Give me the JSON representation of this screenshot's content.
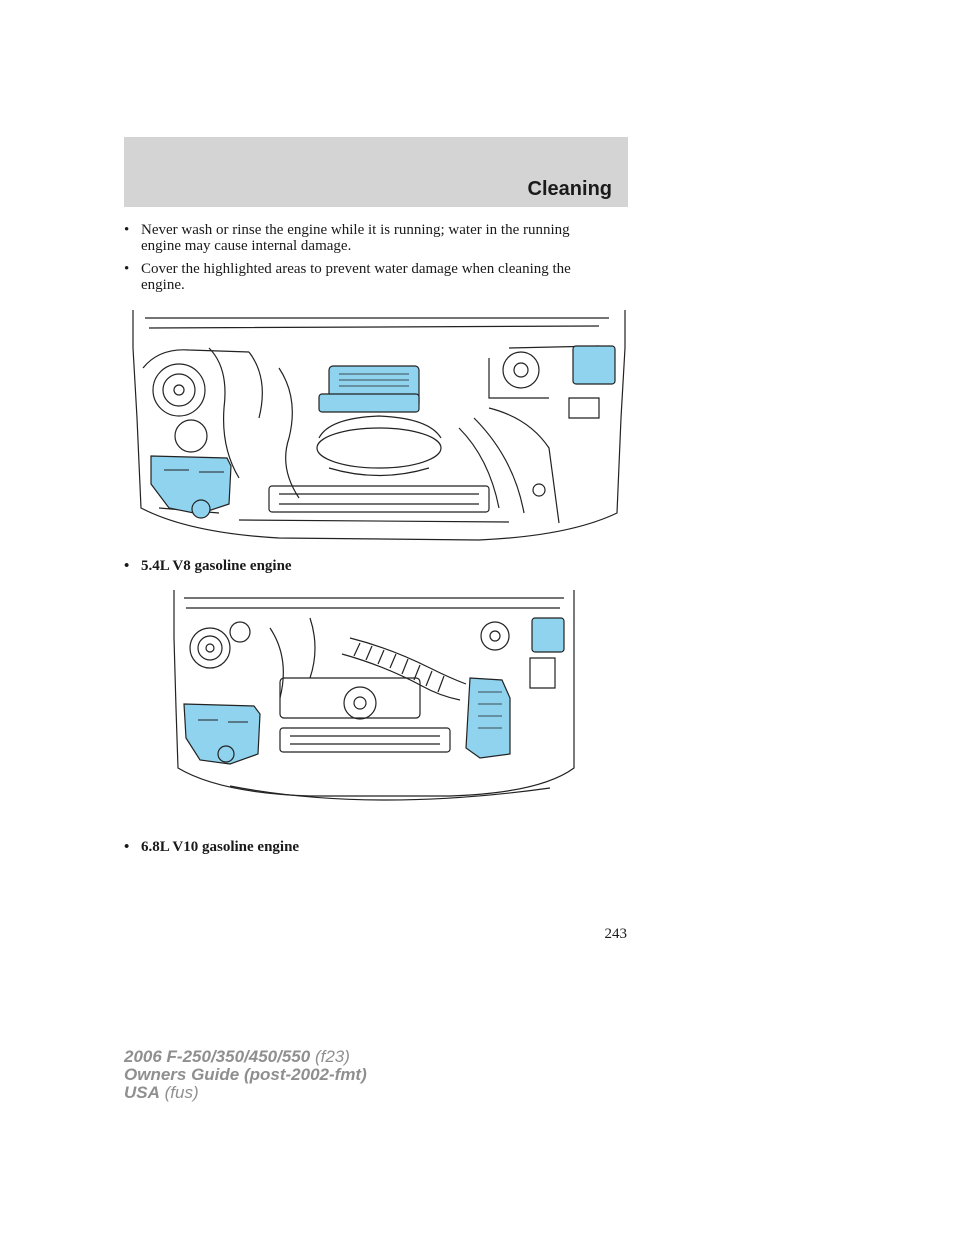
{
  "header": {
    "title": "Cleaning"
  },
  "bullets": [
    {
      "text": "Never wash or rinse the engine while it is running; water in the running engine may cause internal damage."
    },
    {
      "text": "Cover the highlighted areas to prevent water damage when cleaning the engine."
    }
  ],
  "illustrations": [
    {
      "caption": "5.4L V8 gasoline engine"
    },
    {
      "caption": "6.8L V10 gasoline engine"
    }
  ],
  "page_number": "243",
  "footer": {
    "line1_main": "2006 F-250/350/450/550",
    "line1_sub": "(f23)",
    "line2_main": "Owners Guide (post-2002-fmt)",
    "line3_main": "USA",
    "line3_sub": "(fus)"
  },
  "colors": {
    "highlight": "#8fd3ee",
    "header_band": "#d4d4d4",
    "footer_text": "#8f8f8f"
  },
  "bullet_symbol": "•"
}
